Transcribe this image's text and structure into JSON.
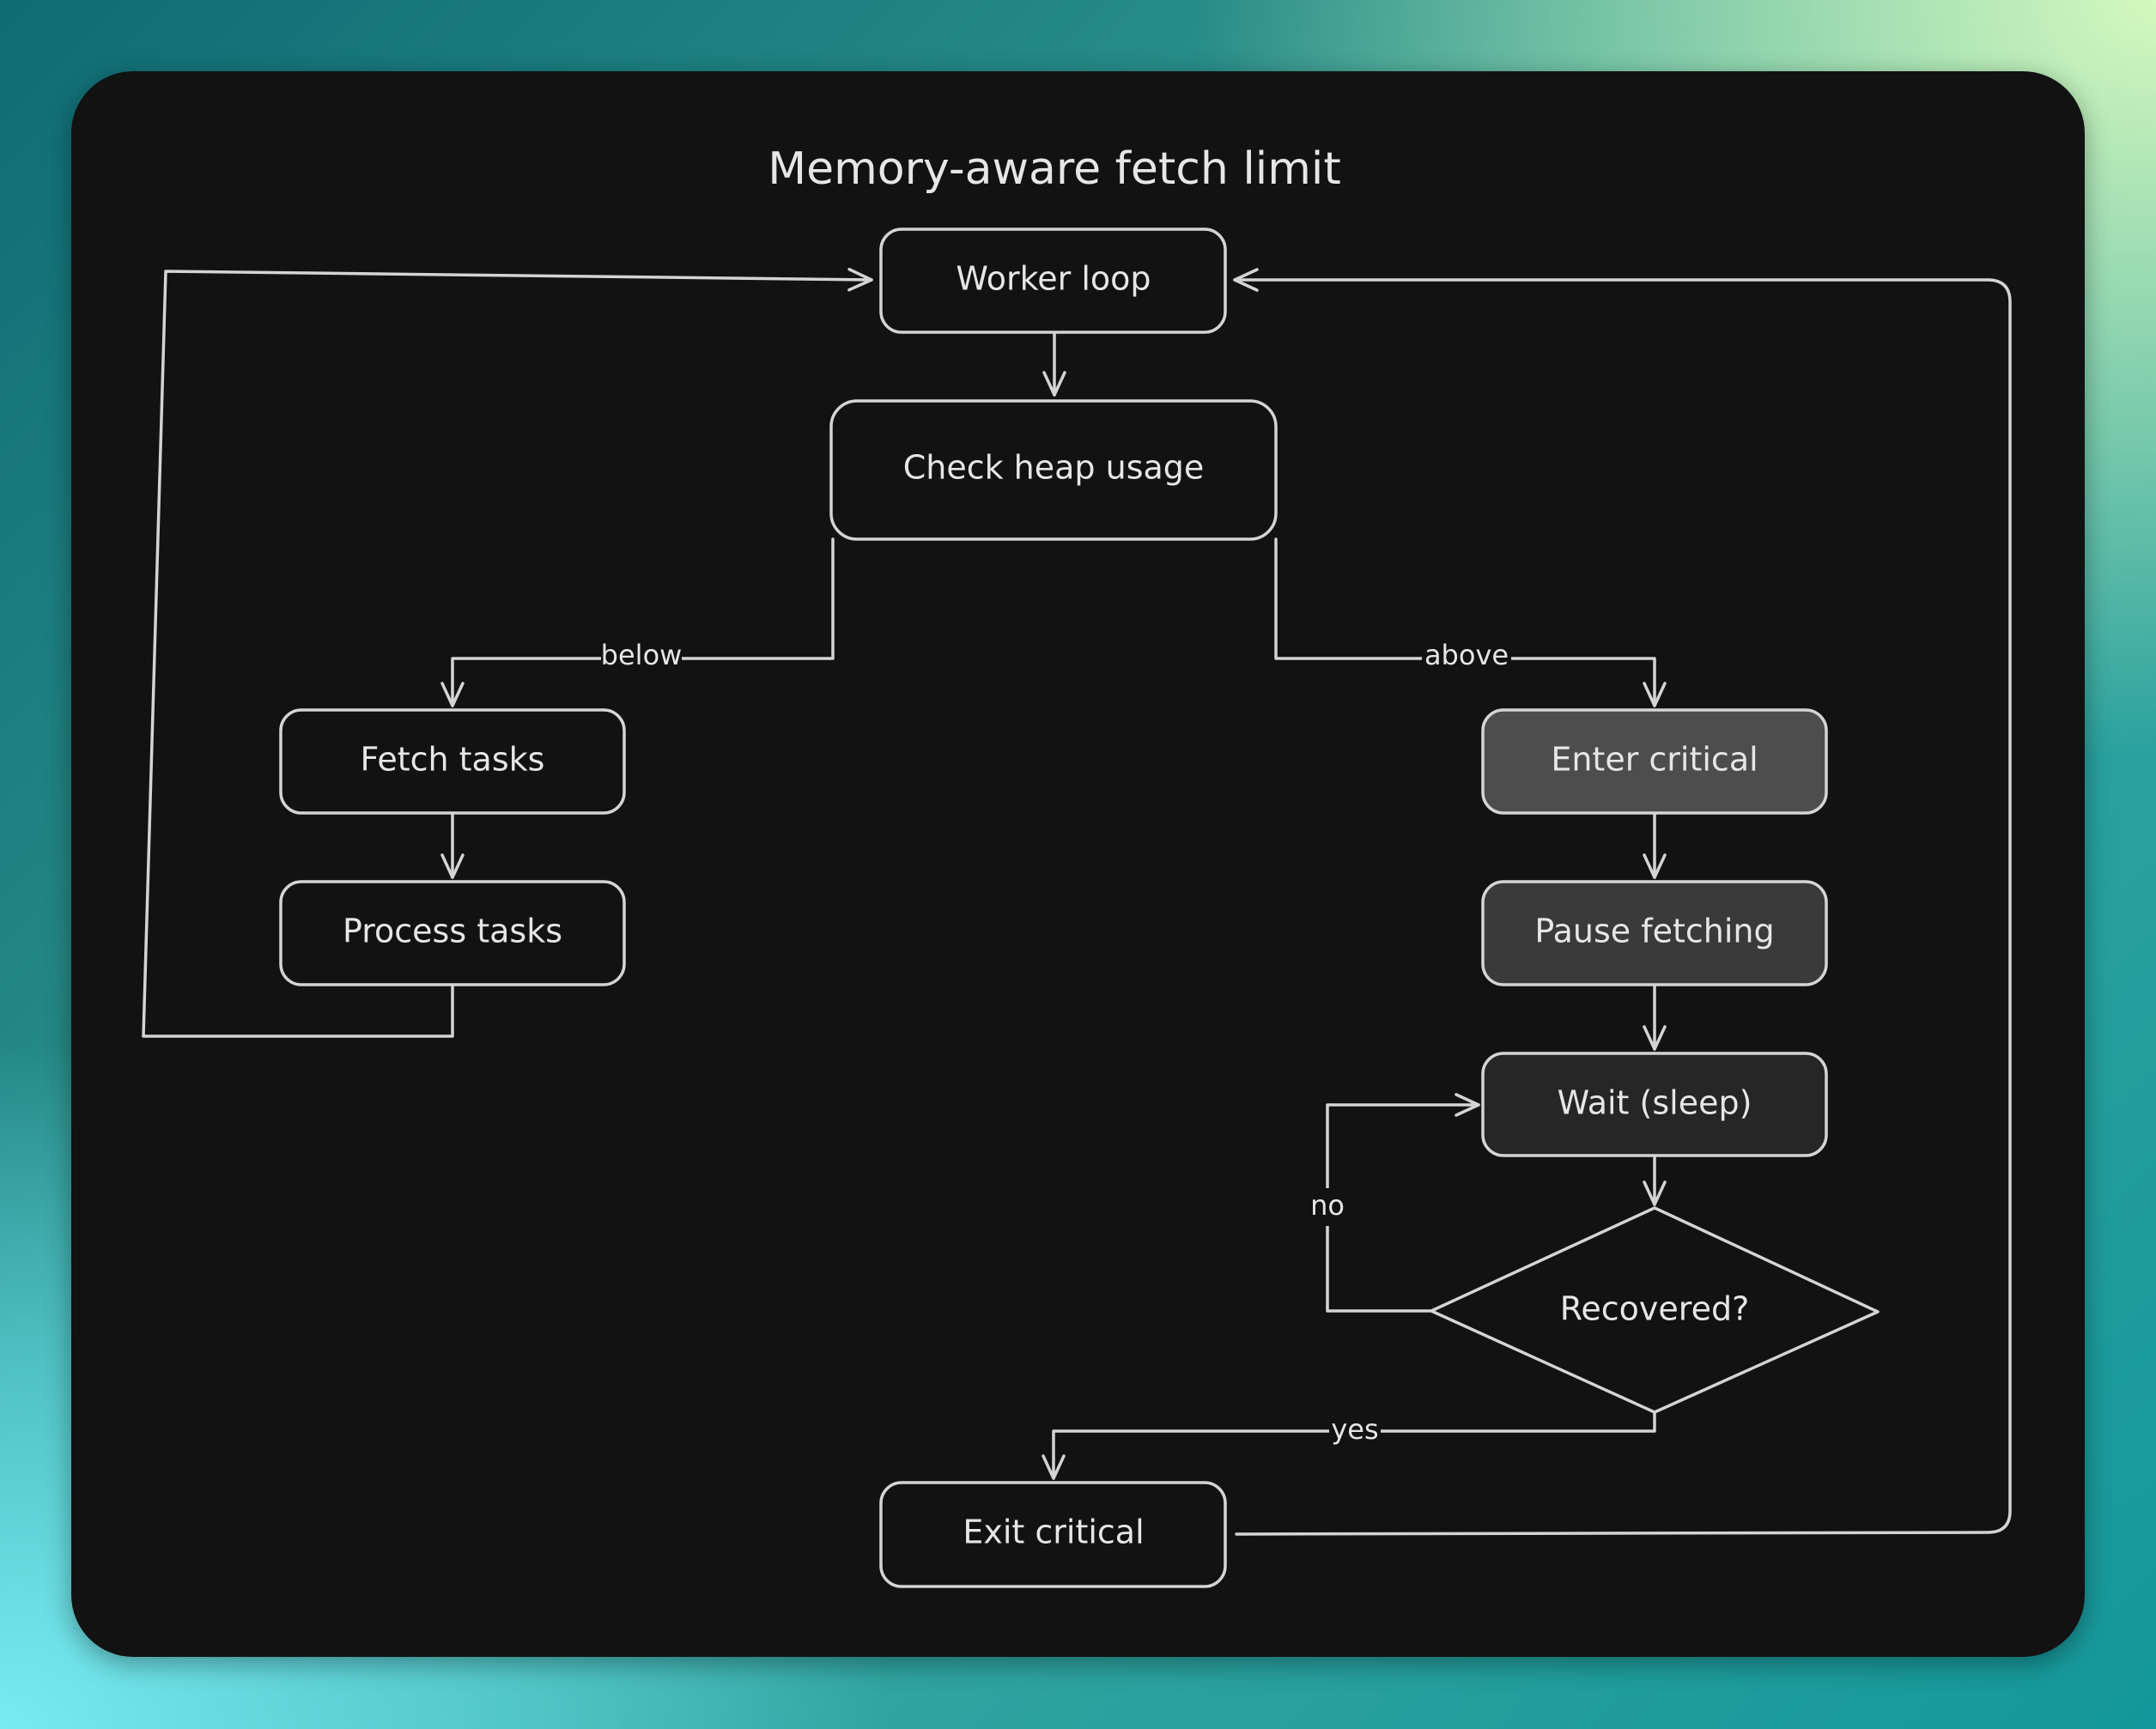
{
  "title": "Memory-aware fetch limit",
  "colors": {
    "canvas": "#121212",
    "stroke": "#d4d4d4",
    "text": "#e6e6e6",
    "fill_enter_critical": "#4d4d4d",
    "fill_pause_fetching": "#3a3a3a",
    "fill_wait": "#262626"
  },
  "nodes": {
    "worker_loop": "Worker loop",
    "check_heap": "Check heap usage",
    "fetch_tasks": "Fetch tasks",
    "process_tasks": "Process tasks",
    "enter_critical": "Enter critical",
    "pause_fetching": "Pause fetching",
    "wait_sleep": "Wait (sleep)",
    "recovered": "Recovered?",
    "exit_critical": "Exit critical"
  },
  "edges": {
    "below": "below",
    "above": "above",
    "no": "no",
    "yes": "yes"
  },
  "flow": [
    {
      "from": "Worker loop",
      "to": "Check heap usage",
      "label": ""
    },
    {
      "from": "Check heap usage",
      "to": "Fetch tasks",
      "label": "below"
    },
    {
      "from": "Check heap usage",
      "to": "Enter critical",
      "label": "above"
    },
    {
      "from": "Fetch tasks",
      "to": "Process tasks",
      "label": ""
    },
    {
      "from": "Process tasks",
      "to": "Worker loop",
      "label": ""
    },
    {
      "from": "Enter critical",
      "to": "Pause fetching",
      "label": ""
    },
    {
      "from": "Pause fetching",
      "to": "Wait (sleep)",
      "label": ""
    },
    {
      "from": "Wait (sleep)",
      "to": "Recovered?",
      "label": ""
    },
    {
      "from": "Recovered?",
      "to": "Wait (sleep)",
      "label": "no"
    },
    {
      "from": "Recovered?",
      "to": "Exit critical",
      "label": "yes"
    },
    {
      "from": "Exit critical",
      "to": "Worker loop",
      "label": ""
    }
  ]
}
